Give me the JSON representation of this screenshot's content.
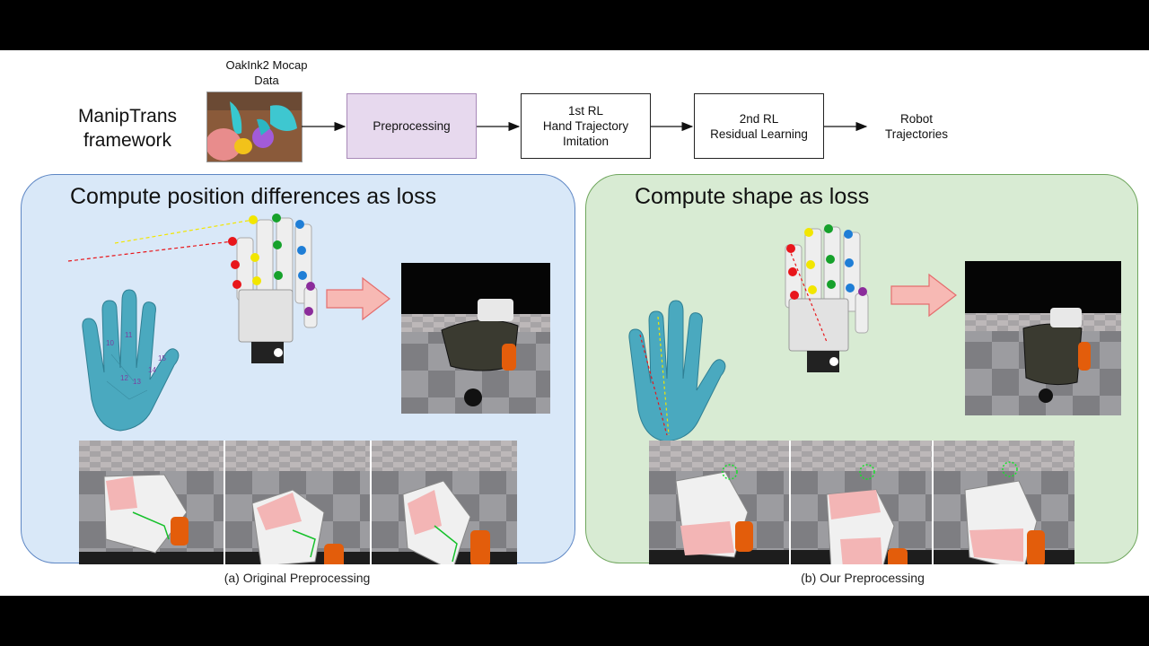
{
  "header": {
    "framework_title": "ManipTrans\nframework",
    "data_source_label": "OakInk2 Mocap\nData",
    "steps": [
      "Preprocessing",
      "1st RL\nHand Trajectory\nImitation",
      "2nd RL\nResidual Learning"
    ],
    "output_label": "Robot\nTrajectories"
  },
  "panels": {
    "original": {
      "title": "Compute position differences as loss",
      "caption": "(a) Original Preprocessing",
      "keypoint_labels": [
        "10",
        "11",
        "12",
        "13",
        "14",
        "15"
      ]
    },
    "ours": {
      "title": "Compute shape as loss",
      "caption": "(b) Our Preprocessing"
    }
  },
  "colors": {
    "panel_a_bg": "#d9e8f8",
    "panel_b_bg": "#d8ebd3",
    "preprocessing_box": "#e7d9ee",
    "arrow_pink": "#f7b9b4",
    "keypoint_red": "#e8161b",
    "keypoint_yellow": "#f2e600",
    "keypoint_green": "#16a12b",
    "keypoint_blue": "#1f7ed6",
    "keypoint_purple": "#8b2c9b",
    "object_orange": "#e35d0b"
  }
}
